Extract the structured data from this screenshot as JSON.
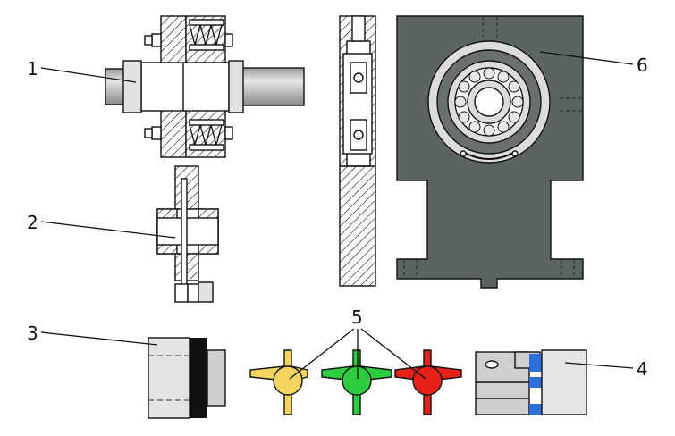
{
  "labels": {
    "l1": "1",
    "l2": "2",
    "l3": "3",
    "l4": "4",
    "l5": "5",
    "l6": "6"
  },
  "colors": {
    "housing": "#5c6462",
    "shaft": "#b8b8b8",
    "metal_light": "#dcdcdc",
    "hatch": "#111111",
    "spider_yellow": "#f4d35e",
    "spider_green": "#2ecc40",
    "spider_red": "#e8201a",
    "insert_blue": "#2d6fd6",
    "rubber_black": "#111111"
  },
  "icons": {
    "coupling_section": "hatched-cross-section",
    "bearing": "ball-bearing-icon"
  }
}
